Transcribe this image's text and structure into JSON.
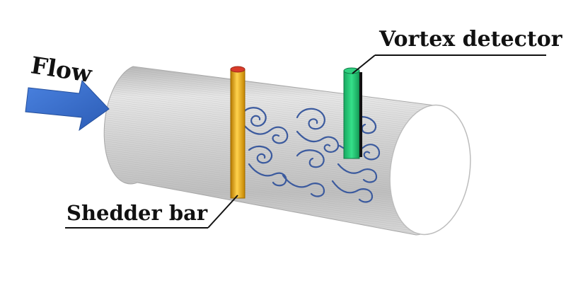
{
  "labels": {
    "flow": "Flow",
    "vortex_detector": "Vortex detector",
    "shedder_bar": "Shedder bar"
  },
  "colors": {
    "arrow": "#3a6fd0",
    "shedder_bar": "#e8a800",
    "shedder_bar_top": "#d93b2a",
    "detector": "#20c070",
    "vortices": "#3b5a9e",
    "pipe": "#c9c9c9"
  },
  "icons": {
    "arrow": "flow-arrow-icon",
    "vortex": "vortex-swirl-icon"
  }
}
